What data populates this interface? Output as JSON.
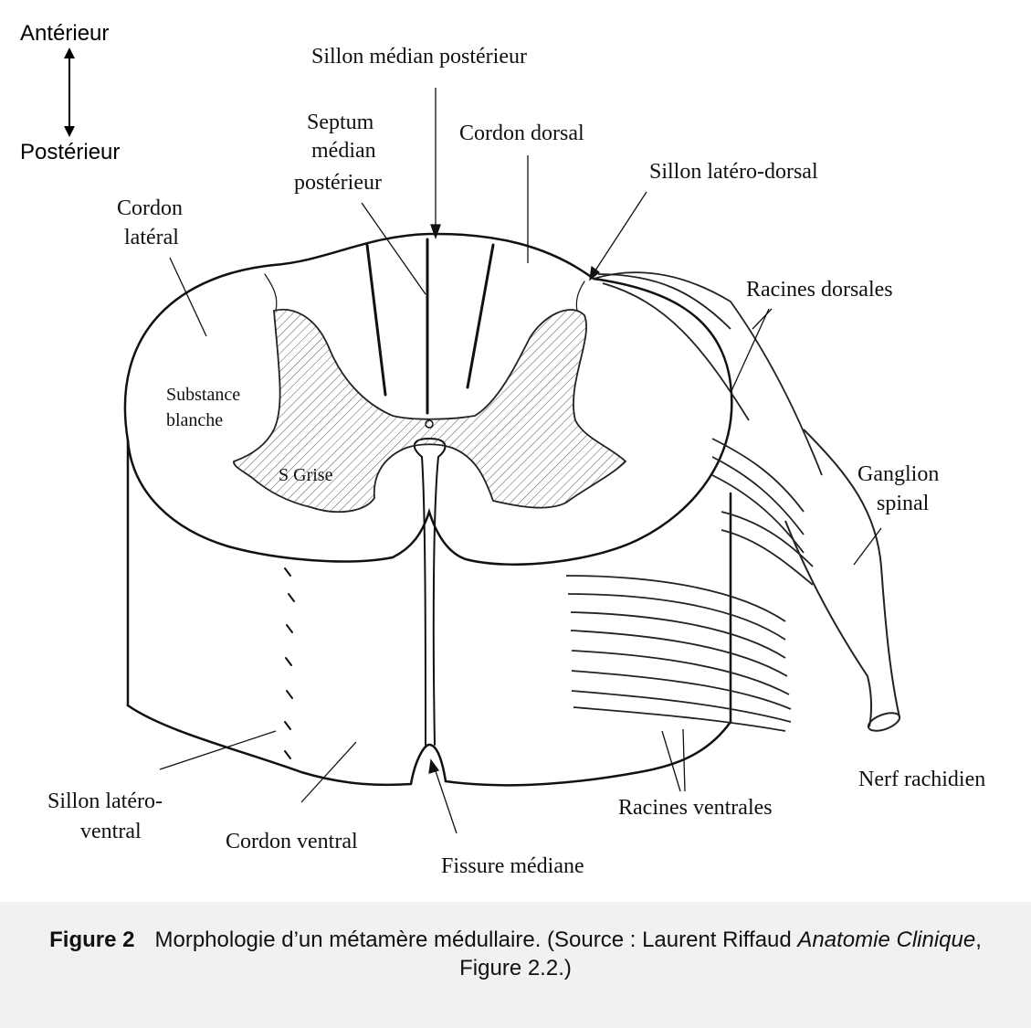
{
  "orientation": {
    "top": "Antérieur",
    "bottom": "Postérieur"
  },
  "labels": {
    "sillon_median_posterieur": "Sillon médian postérieur",
    "septum_1": "Septum",
    "septum_2": "médian",
    "septum_3": "postérieur",
    "cordon_dorsal": "Cordon dorsal",
    "sillon_latero_dorsal": "Sillon latéro-dorsal",
    "cordon_lateral_1": "Cordon",
    "cordon_lateral_2": "latéral",
    "racines_dorsales": "Racines dorsales",
    "substance_blanche_1": "Substance",
    "substance_blanche_2": "blanche",
    "s_grise": "S Grise",
    "ganglion_1": "Ganglion",
    "ganglion_2": "spinal",
    "nerf_rachidien": "Nerf rachidien",
    "sillon_latero_ventral_1": "Sillon latéro-",
    "sillon_latero_ventral_2": "ventral",
    "cordon_ventral": "Cordon ventral",
    "fissure_mediane": "Fissure médiane",
    "racines_ventrales": "Racines ventrales"
  },
  "caption": {
    "label": "Figure 2",
    "text": "Morphologie d’un métamère médullaire. (Source : Laurent Riffaud ",
    "italic_1": "Anatomie Clinique",
    "text_2": ", Figure 2.2.)"
  }
}
